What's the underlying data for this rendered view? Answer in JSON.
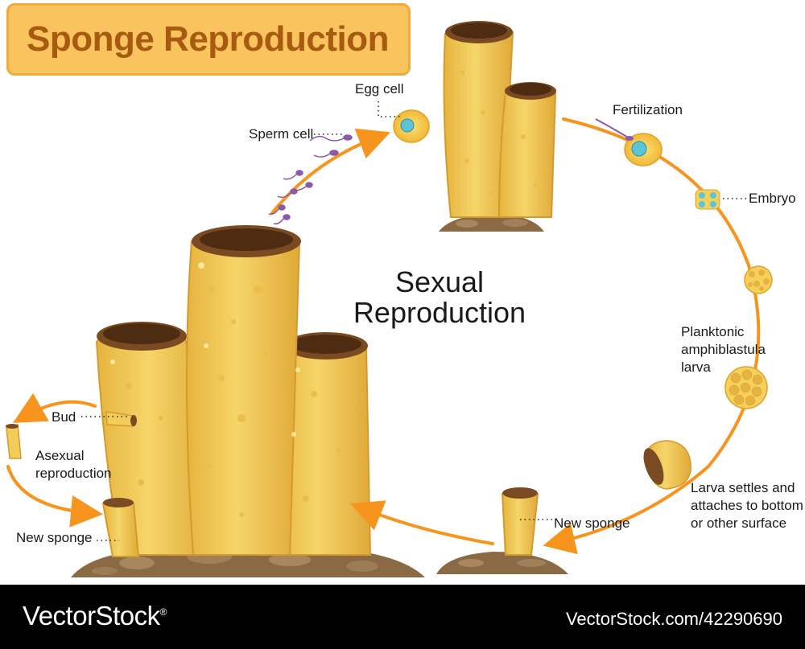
{
  "title": "Sponge Reproduction",
  "center_heading": "Sexual\nReproduction",
  "labels": {
    "egg_cell": "Egg cell",
    "sperm_cell": "Sperm cell",
    "fertilization": "Fertilization",
    "embryo": "Embryo",
    "larva": "Planktonic\namphiblastula\nlarva",
    "larva_settles": "Larva settles and\nattaches to bottom\nor other surface",
    "new_sponge_right": "New sponge",
    "bud": "Bud",
    "asexual": "Asexual\nreproduction",
    "new_sponge_left": "New sponge"
  },
  "footer": {
    "brand": "VectorStock",
    "brand_mark": "®",
    "credit": "VectorStock.com/42290690"
  },
  "colors": {
    "sponge_fill": "#f3cd5a",
    "sponge_shade": "#e0ae3a",
    "arrow": "#f7941d",
    "title_bg": "#f9c35e",
    "title_text": "#a85a10",
    "sperm": "#8a5aa8"
  }
}
